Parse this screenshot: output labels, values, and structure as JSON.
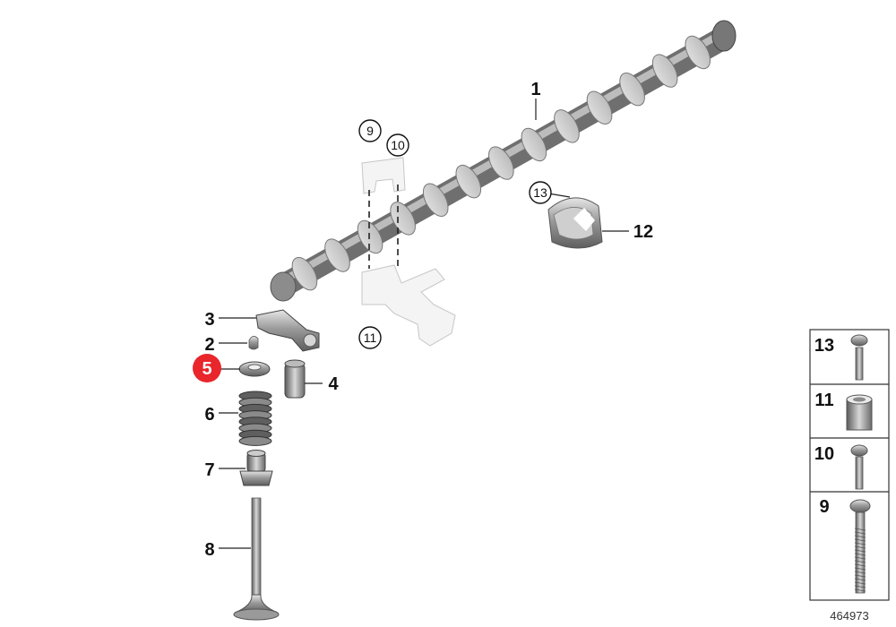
{
  "callouts": {
    "p1": "1",
    "p2": "2",
    "p3": "3",
    "p4": "4",
    "p5": "5",
    "p6": "6",
    "p7": "7",
    "p8": "8",
    "p9": "9",
    "p10": "10",
    "p11": "11",
    "p12": "12",
    "p13": "13"
  },
  "highlight_color": "#e8262b",
  "legend": {
    "rows": [
      {
        "label": "13",
        "part": "short-bolt-icon"
      },
      {
        "label": "11",
        "part": "sleeve-icon"
      },
      {
        "label": "10",
        "part": "medium-bolt-icon"
      },
      {
        "label": "9",
        "part": "long-bolt-icon"
      }
    ]
  },
  "reference_number": "464973"
}
